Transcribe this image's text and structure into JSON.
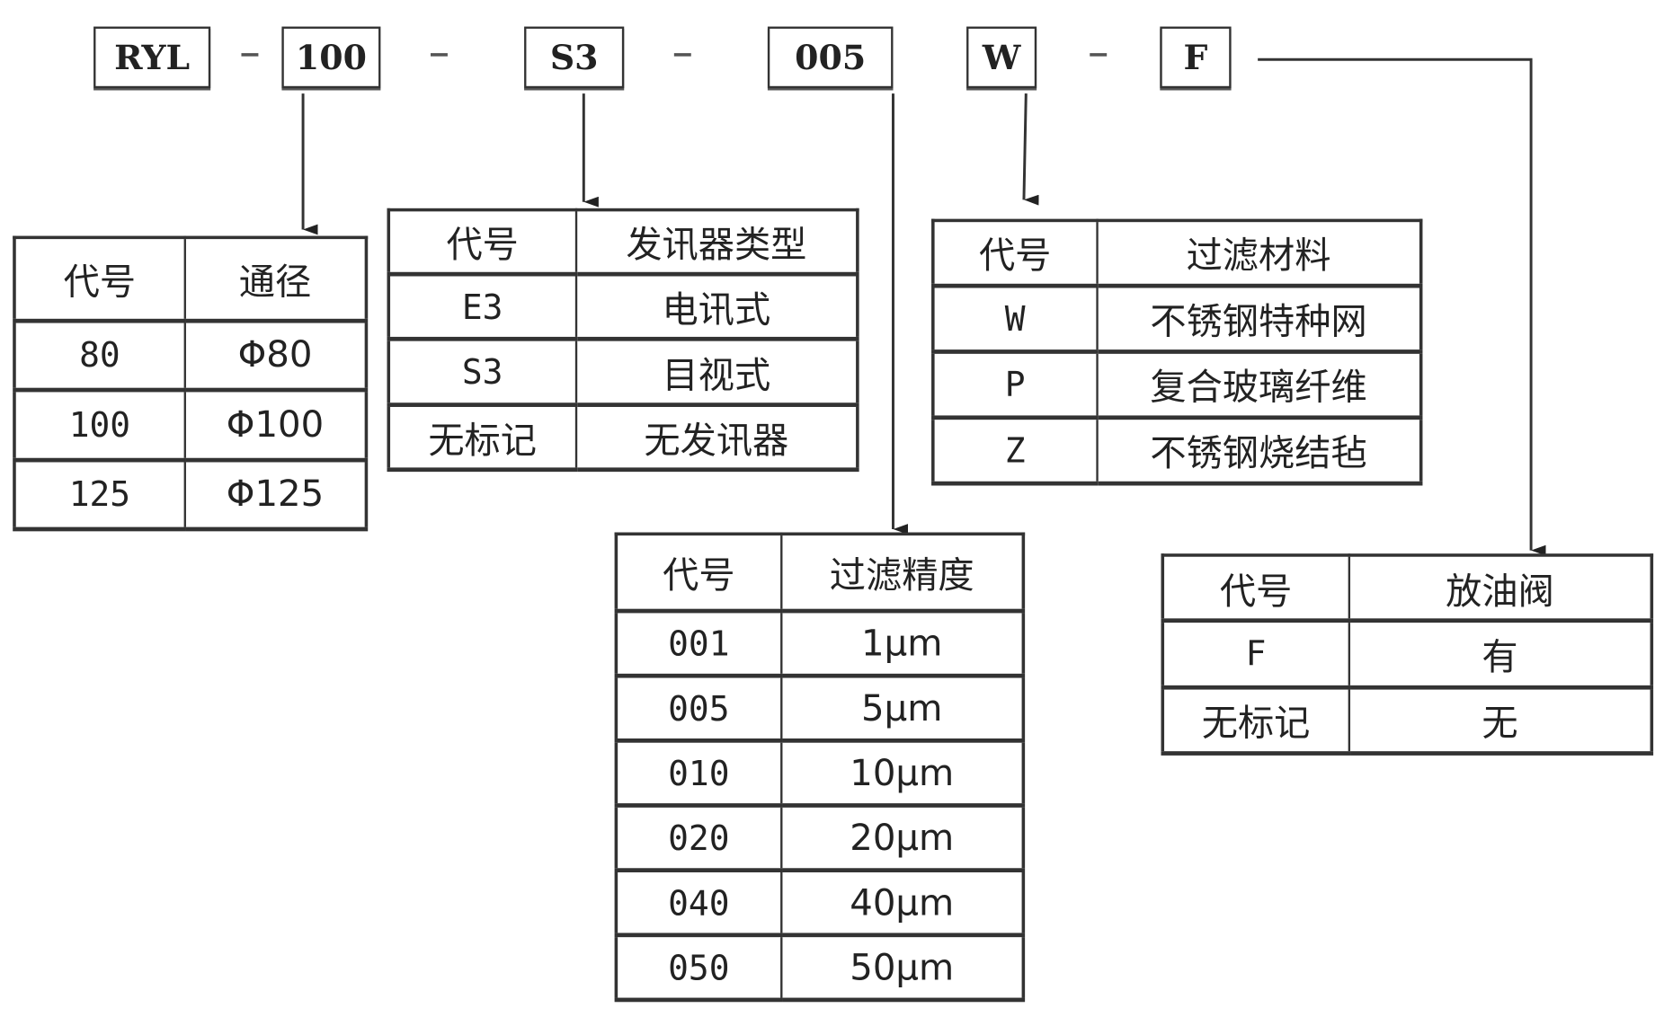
{
  "model_code": {
    "segments": [
      "RYL",
      "100",
      "S3",
      "005",
      "W",
      "F"
    ],
    "separator": "-"
  },
  "tables": {
    "bore": {
      "headers": [
        "代号",
        "通径"
      ],
      "rows": [
        [
          "80",
          "Φ80"
        ],
        [
          "100",
          "Φ100"
        ],
        [
          "125",
          "Φ125"
        ]
      ]
    },
    "indicator": {
      "headers": [
        "代号",
        "发讯器类型"
      ],
      "rows": [
        [
          "E3",
          "电讯式"
        ],
        [
          "S3",
          "目视式"
        ],
        [
          "无标记",
          "无发讯器"
        ]
      ]
    },
    "precision": {
      "headers": [
        "代号",
        "过滤精度"
      ],
      "rows": [
        [
          "001",
          "1μm"
        ],
        [
          "005",
          "5μm"
        ],
        [
          "010",
          "10μm"
        ],
        [
          "020",
          "20μm"
        ],
        [
          "040",
          "40μm"
        ],
        [
          "050",
          "50μm"
        ]
      ]
    },
    "material": {
      "headers": [
        "代号",
        "过滤材料"
      ],
      "rows": [
        [
          "W",
          "不锈钢特种网"
        ],
        [
          "P",
          "复合玻璃纤维"
        ],
        [
          "Z",
          "不锈钢烧结毡"
        ]
      ]
    },
    "valve": {
      "headers": [
        "代号",
        "放油阀"
      ],
      "rows": [
        [
          "F",
          "有"
        ],
        [
          "无标记",
          "无"
        ]
      ]
    }
  }
}
